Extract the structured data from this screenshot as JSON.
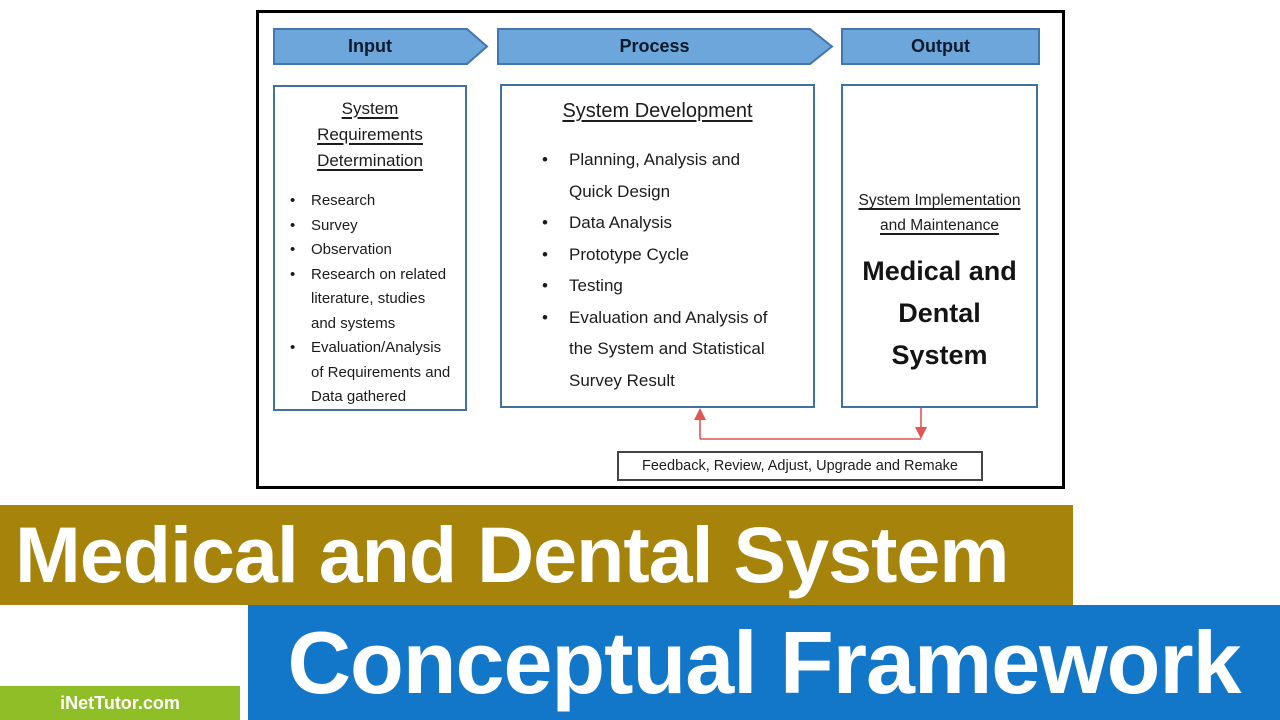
{
  "colors": {
    "arrow_fill": "#6CA6DB",
    "arrow_border": "#4176AE",
    "box_border": "#41719C",
    "frame_border": "#000000",
    "connector_red": "#E25552",
    "banner_gold": "#A6830B",
    "banner_blue": "#1277C9",
    "watermark_green": "#8FBE27"
  },
  "diagram": {
    "headers": {
      "input": "Input",
      "process": "Process",
      "output": "Output"
    },
    "input_box": {
      "title": "System Requirements\nDetermination",
      "bullets": [
        "Research",
        "Survey",
        "Observation",
        "Research on related\nliterature, studies\nand systems",
        "Evaluation/Analysis\nof Requirements and\nData gathered"
      ]
    },
    "process_box": {
      "title": "System Development",
      "bullets": [
        "Planning, Analysis and\nQuick Design",
        "Data Analysis",
        "Prototype Cycle",
        "Testing",
        "Evaluation and Analysis of\nthe System and Statistical\nSurvey Result"
      ]
    },
    "output_box": {
      "title": "System Implementation\nand Maintenance",
      "result": "Medical and\nDental\nSystem"
    },
    "feedback_label": "Feedback, Review, Adjust, Upgrade and Remake"
  },
  "banners": {
    "title": "Medical and Dental System",
    "subtitle": "Conceptual Framework",
    "watermark": "iNetTutor.com"
  }
}
